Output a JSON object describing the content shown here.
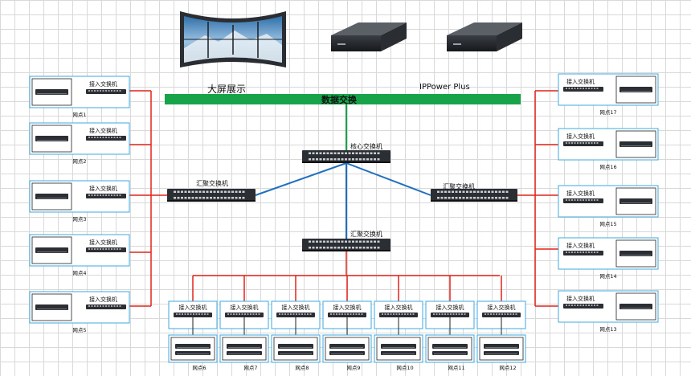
{
  "top": {
    "video_wall_label": "大屏展示",
    "ippower_label": "IPPower Plus",
    "data_bus_label": "数据交换"
  },
  "core_label": "核心交换机",
  "aggregation_left_label": "汇聚交换机",
  "aggregation_right_label": "汇聚交换机",
  "aggregation_bottom_label": "汇聚交换机",
  "access_label": "接入交换机",
  "nodes": {
    "left": [
      "网点1",
      "网点2",
      "网点3",
      "网点4",
      "网点5"
    ],
    "right": [
      "网点17",
      "网点16",
      "网点15",
      "网点14",
      "网点13"
    ],
    "bottom": [
      "网点6",
      "网点7",
      "网点8",
      "网点9",
      "网点10",
      "网点11",
      "网点12"
    ]
  },
  "colors": {
    "bus": "#17a34a",
    "blue_link": "#1f6fc0",
    "red_link": "#e2231a",
    "node_border": "#3fa9e0",
    "device": "#2b2f33"
  }
}
